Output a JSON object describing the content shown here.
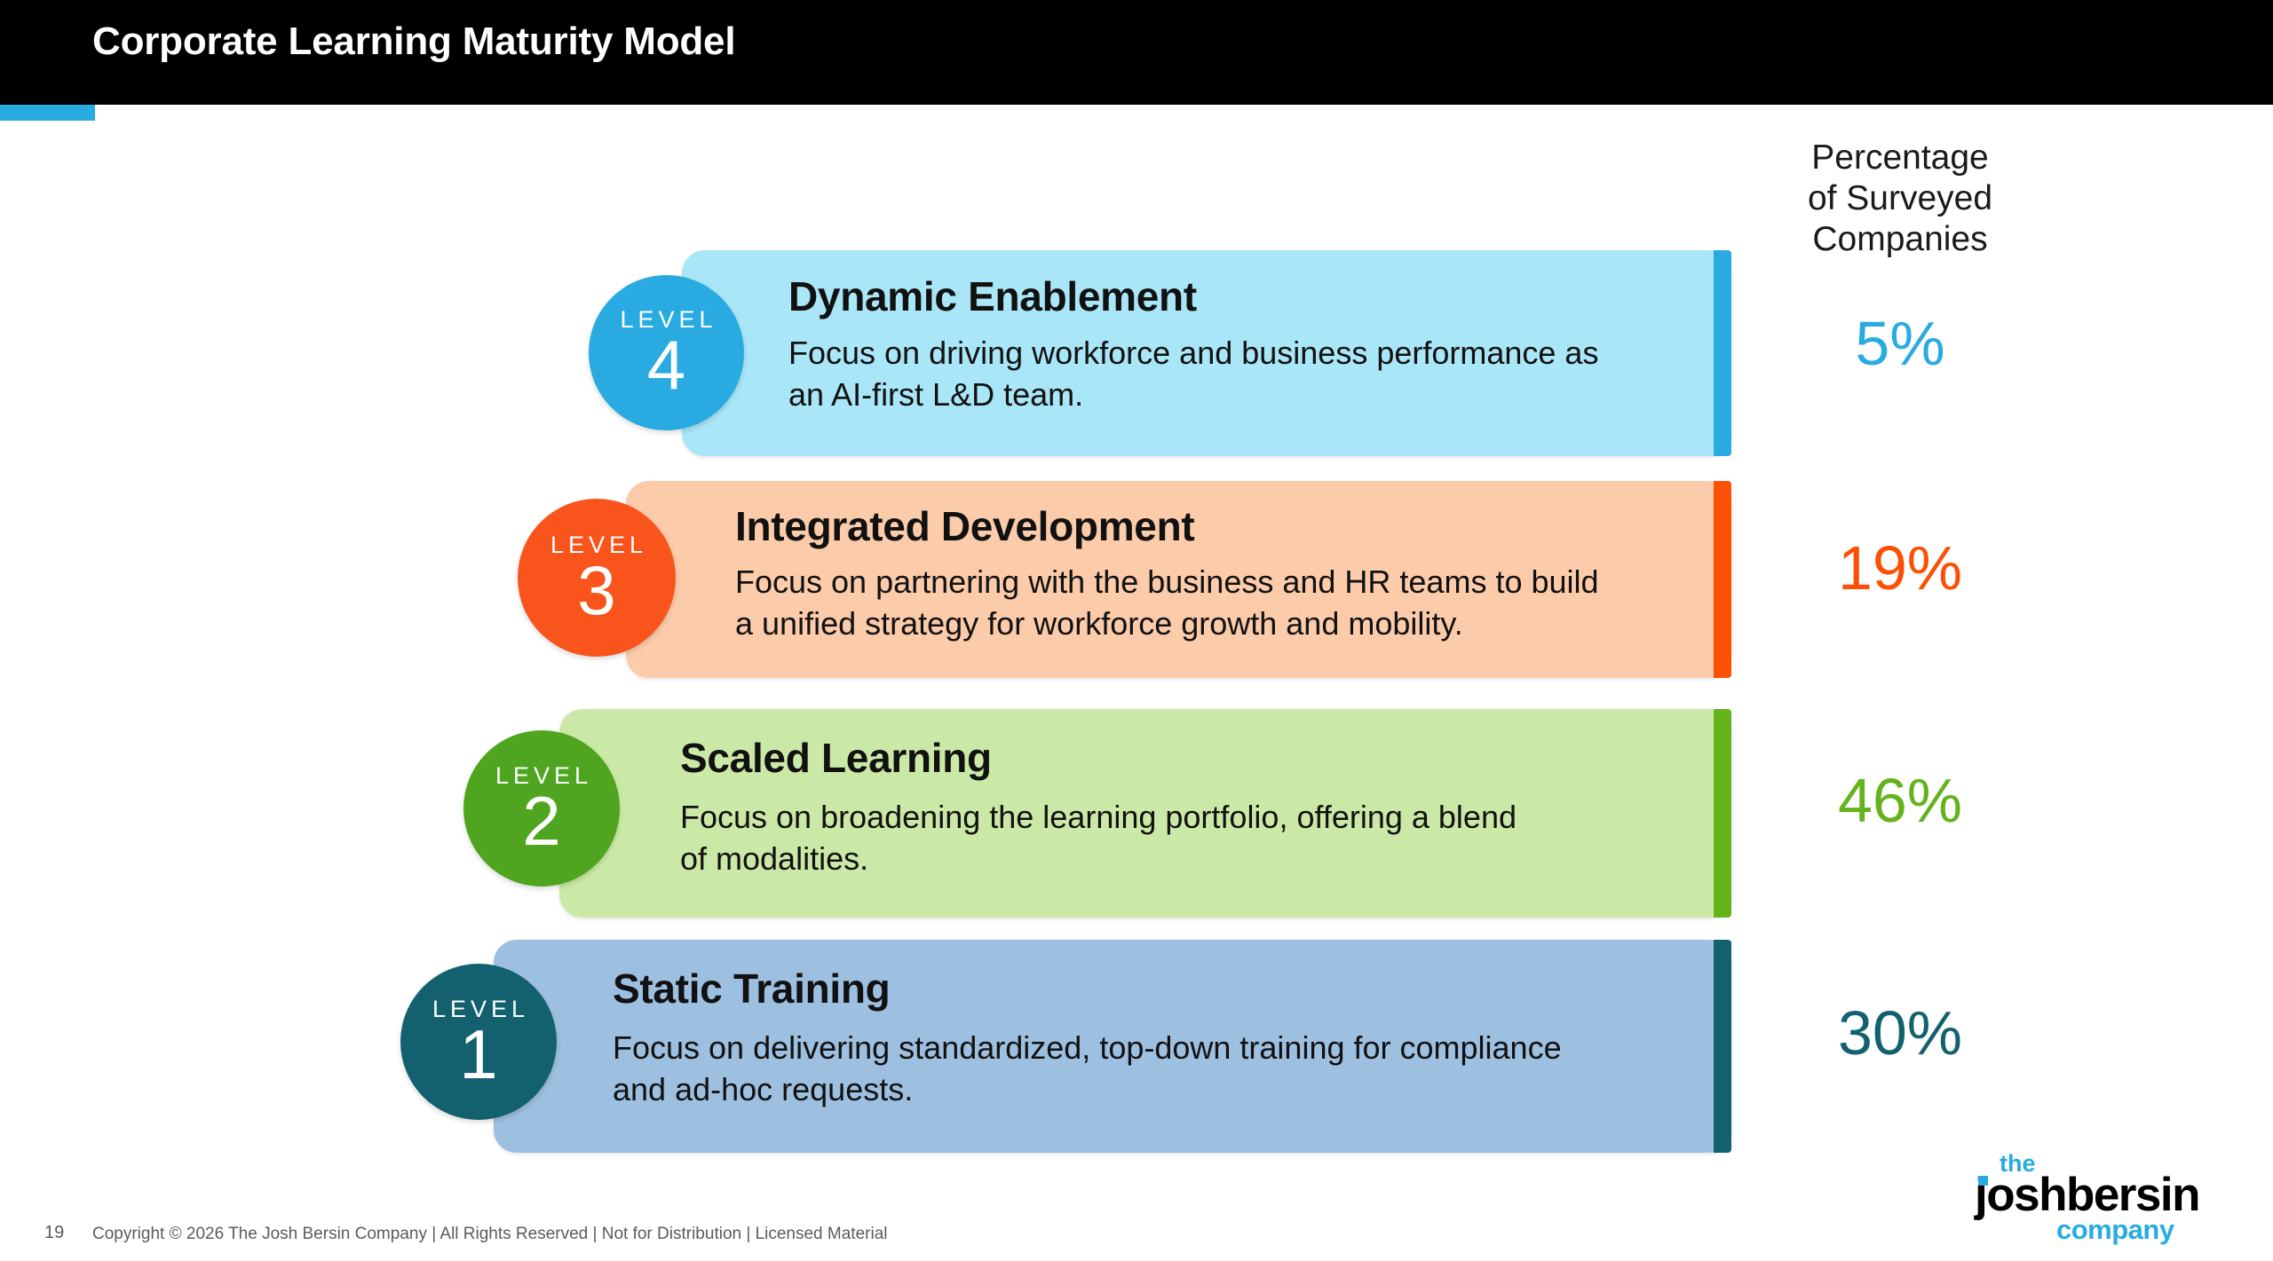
{
  "slide": {
    "title": "Corporate Learning Maturity Model",
    "accent_color": "#29ABE2"
  },
  "column_header": {
    "line1": "Percentage",
    "line2": "of Surveyed",
    "line3": "Companies"
  },
  "levels": [
    {
      "badge_word": "LEVEL",
      "badge_number": "4",
      "title": "Dynamic Enablement",
      "desc_line1": "Focus on driving workforce and business performance as",
      "desc_line2": "an AI-first L&D team.",
      "percentage": "5%",
      "bar_color": "#A9E6F7",
      "accent_color": "#29ABE2",
      "badge_color": "#29ABE2",
      "pct_color": "#29ABE2"
    },
    {
      "badge_word": "LEVEL",
      "badge_number": "3",
      "title": "Integrated Development",
      "desc_line1": "Focus on partnering with the business and HR teams to build",
      "desc_line2": "a unified strategy for workforce growth and mobility.",
      "percentage": "19%",
      "bar_color": "#FBCBAA",
      "accent_color": "#FC5006",
      "badge_color": "#F8541C",
      "pct_color": "#FC5006"
    },
    {
      "badge_word": "LEVEL",
      "badge_number": "2",
      "title": "Scaled Learning",
      "desc_line1": "Focus on broadening the learning portfolio, offering a blend",
      "desc_line2": "of modalities.",
      "percentage": "46%",
      "bar_color": "#CBE9A6",
      "accent_color": "#64B31B",
      "badge_color": "#4FA520",
      "pct_color": "#64B31B"
    },
    {
      "badge_word": "LEVEL",
      "badge_number": "1",
      "title": "Static Training",
      "desc_line1": "Focus on delivering standardized, top-down training for compliance",
      "desc_line2": "and ad-hoc requests.",
      "percentage": "30%",
      "bar_color": "#9DBFE0",
      "accent_color": "#13616F",
      "badge_color": "#13616F",
      "pct_color": "#13616F"
    }
  ],
  "chart_data": {
    "type": "bar",
    "title": "Corporate Learning Maturity Model",
    "xlabel": "",
    "ylabel": "Percentage of Surveyed Companies",
    "categories": [
      "Level 4 - Dynamic Enablement",
      "Level 3 - Integrated Development",
      "Level 2 - Scaled Learning",
      "Level 1 - Static Training"
    ],
    "values": [
      5,
      19,
      46,
      30
    ],
    "units": "percent",
    "ylim": [
      0,
      100
    ],
    "grid": false,
    "legend": "none"
  },
  "footer": {
    "page_number": "19",
    "copyright": "Copyright © 2026 The Josh Bersin Company | All Rights Reserved | Not for Distribution  | Licensed Material"
  },
  "logo": {
    "the": "the",
    "main": "joshbersin",
    "company": "company"
  }
}
